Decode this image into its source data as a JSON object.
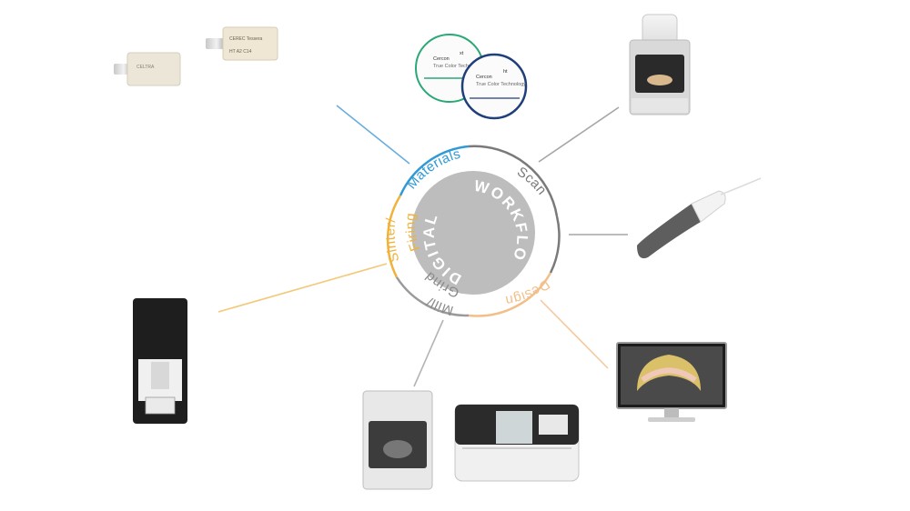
{
  "center": {
    "line1": "DIGITAL",
    "line2": "WORKFLOW"
  },
  "segments": [
    {
      "key": "materials",
      "label": "Materials",
      "color": "#2f9ad6"
    },
    {
      "key": "scan",
      "label": "Scan",
      "color": "#7a7a7a"
    },
    {
      "key": "design",
      "label": "Design",
      "color": "#f2bf8a"
    },
    {
      "key": "mill",
      "label_line1": "Mill/",
      "label_line2": "Grind",
      "color": "#9a9a9a"
    },
    {
      "key": "sinter",
      "label_line1": "Sinter/",
      "label_line2": "Firing",
      "color": "#f0b23a"
    }
  ],
  "products": {
    "discs": [
      {
        "brand": "Cercon",
        "suffix": "xt",
        "tagline": "True Color Technology",
        "color": "#2aa876"
      },
      {
        "brand": "Cercon",
        "suffix": "ht",
        "tagline": "True Color Technology",
        "color": "#1e3f7a"
      }
    ],
    "block_label": "CEREC Tessera"
  },
  "icons": {
    "blocks": "milling-blocks-icon",
    "discs": "zirconia-discs-icon",
    "desktop_scanner": "desktop-scanner-icon",
    "intraoral_scanner": "intraoral-scanner-icon",
    "design_monitor": "cad-monitor-icon",
    "milling_machines": "milling-machine-icon",
    "furnace": "sintering-furnace-icon"
  }
}
